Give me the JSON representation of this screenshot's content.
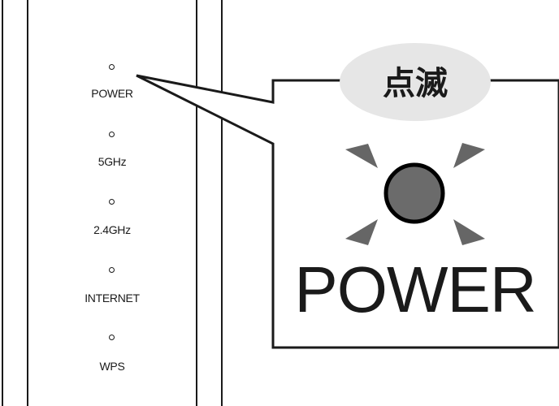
{
  "led_panel": {
    "indicators": [
      {
        "label": "POWER"
      },
      {
        "label": "5GHz"
      },
      {
        "label": "2.4GHz"
      },
      {
        "label": "INTERNET"
      },
      {
        "label": "WPS"
      }
    ]
  },
  "callout": {
    "status_text": "点滅",
    "led_label": "POWER",
    "led_color": "#6b6b6b",
    "badge_color": "#e6e6e6",
    "state": "blinking"
  }
}
